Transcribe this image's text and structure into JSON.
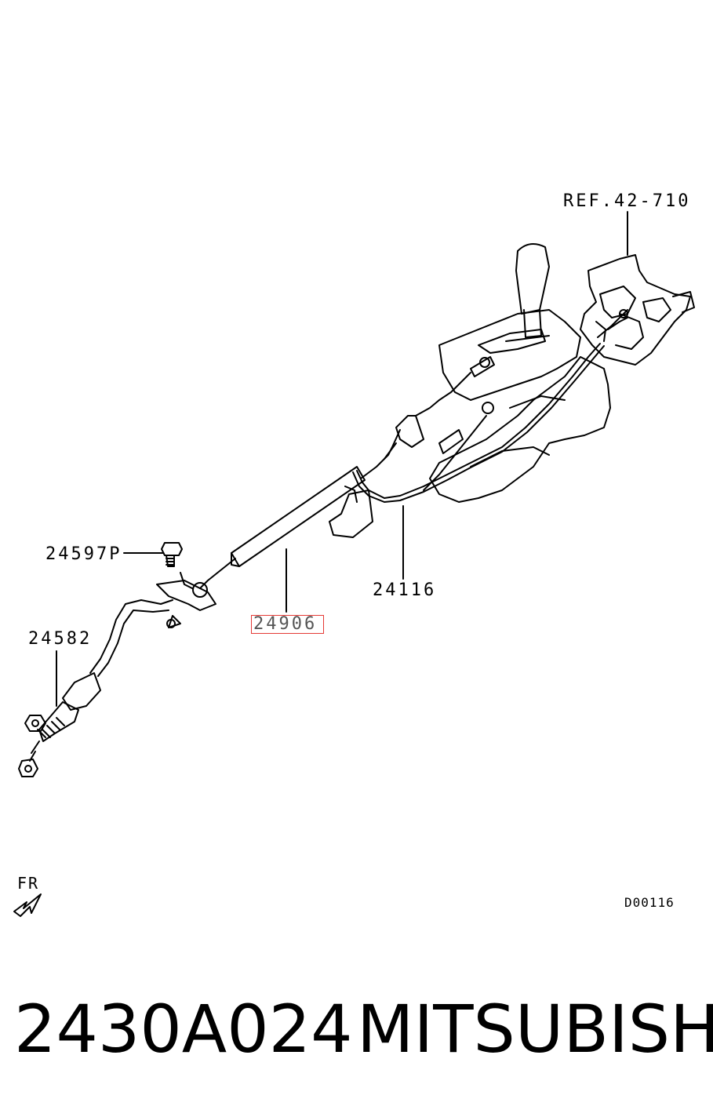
{
  "labels": {
    "ref": "REF.42-710",
    "p24597p": "24597P",
    "p24116": "24116",
    "p24906": "24906",
    "p24582": "24582",
    "fr": "FR",
    "diagram_code": "D00116"
  },
  "footer": {
    "part_number": "2430A024",
    "brand": "MITSUBISHI"
  },
  "highlight_color": "#e53935"
}
